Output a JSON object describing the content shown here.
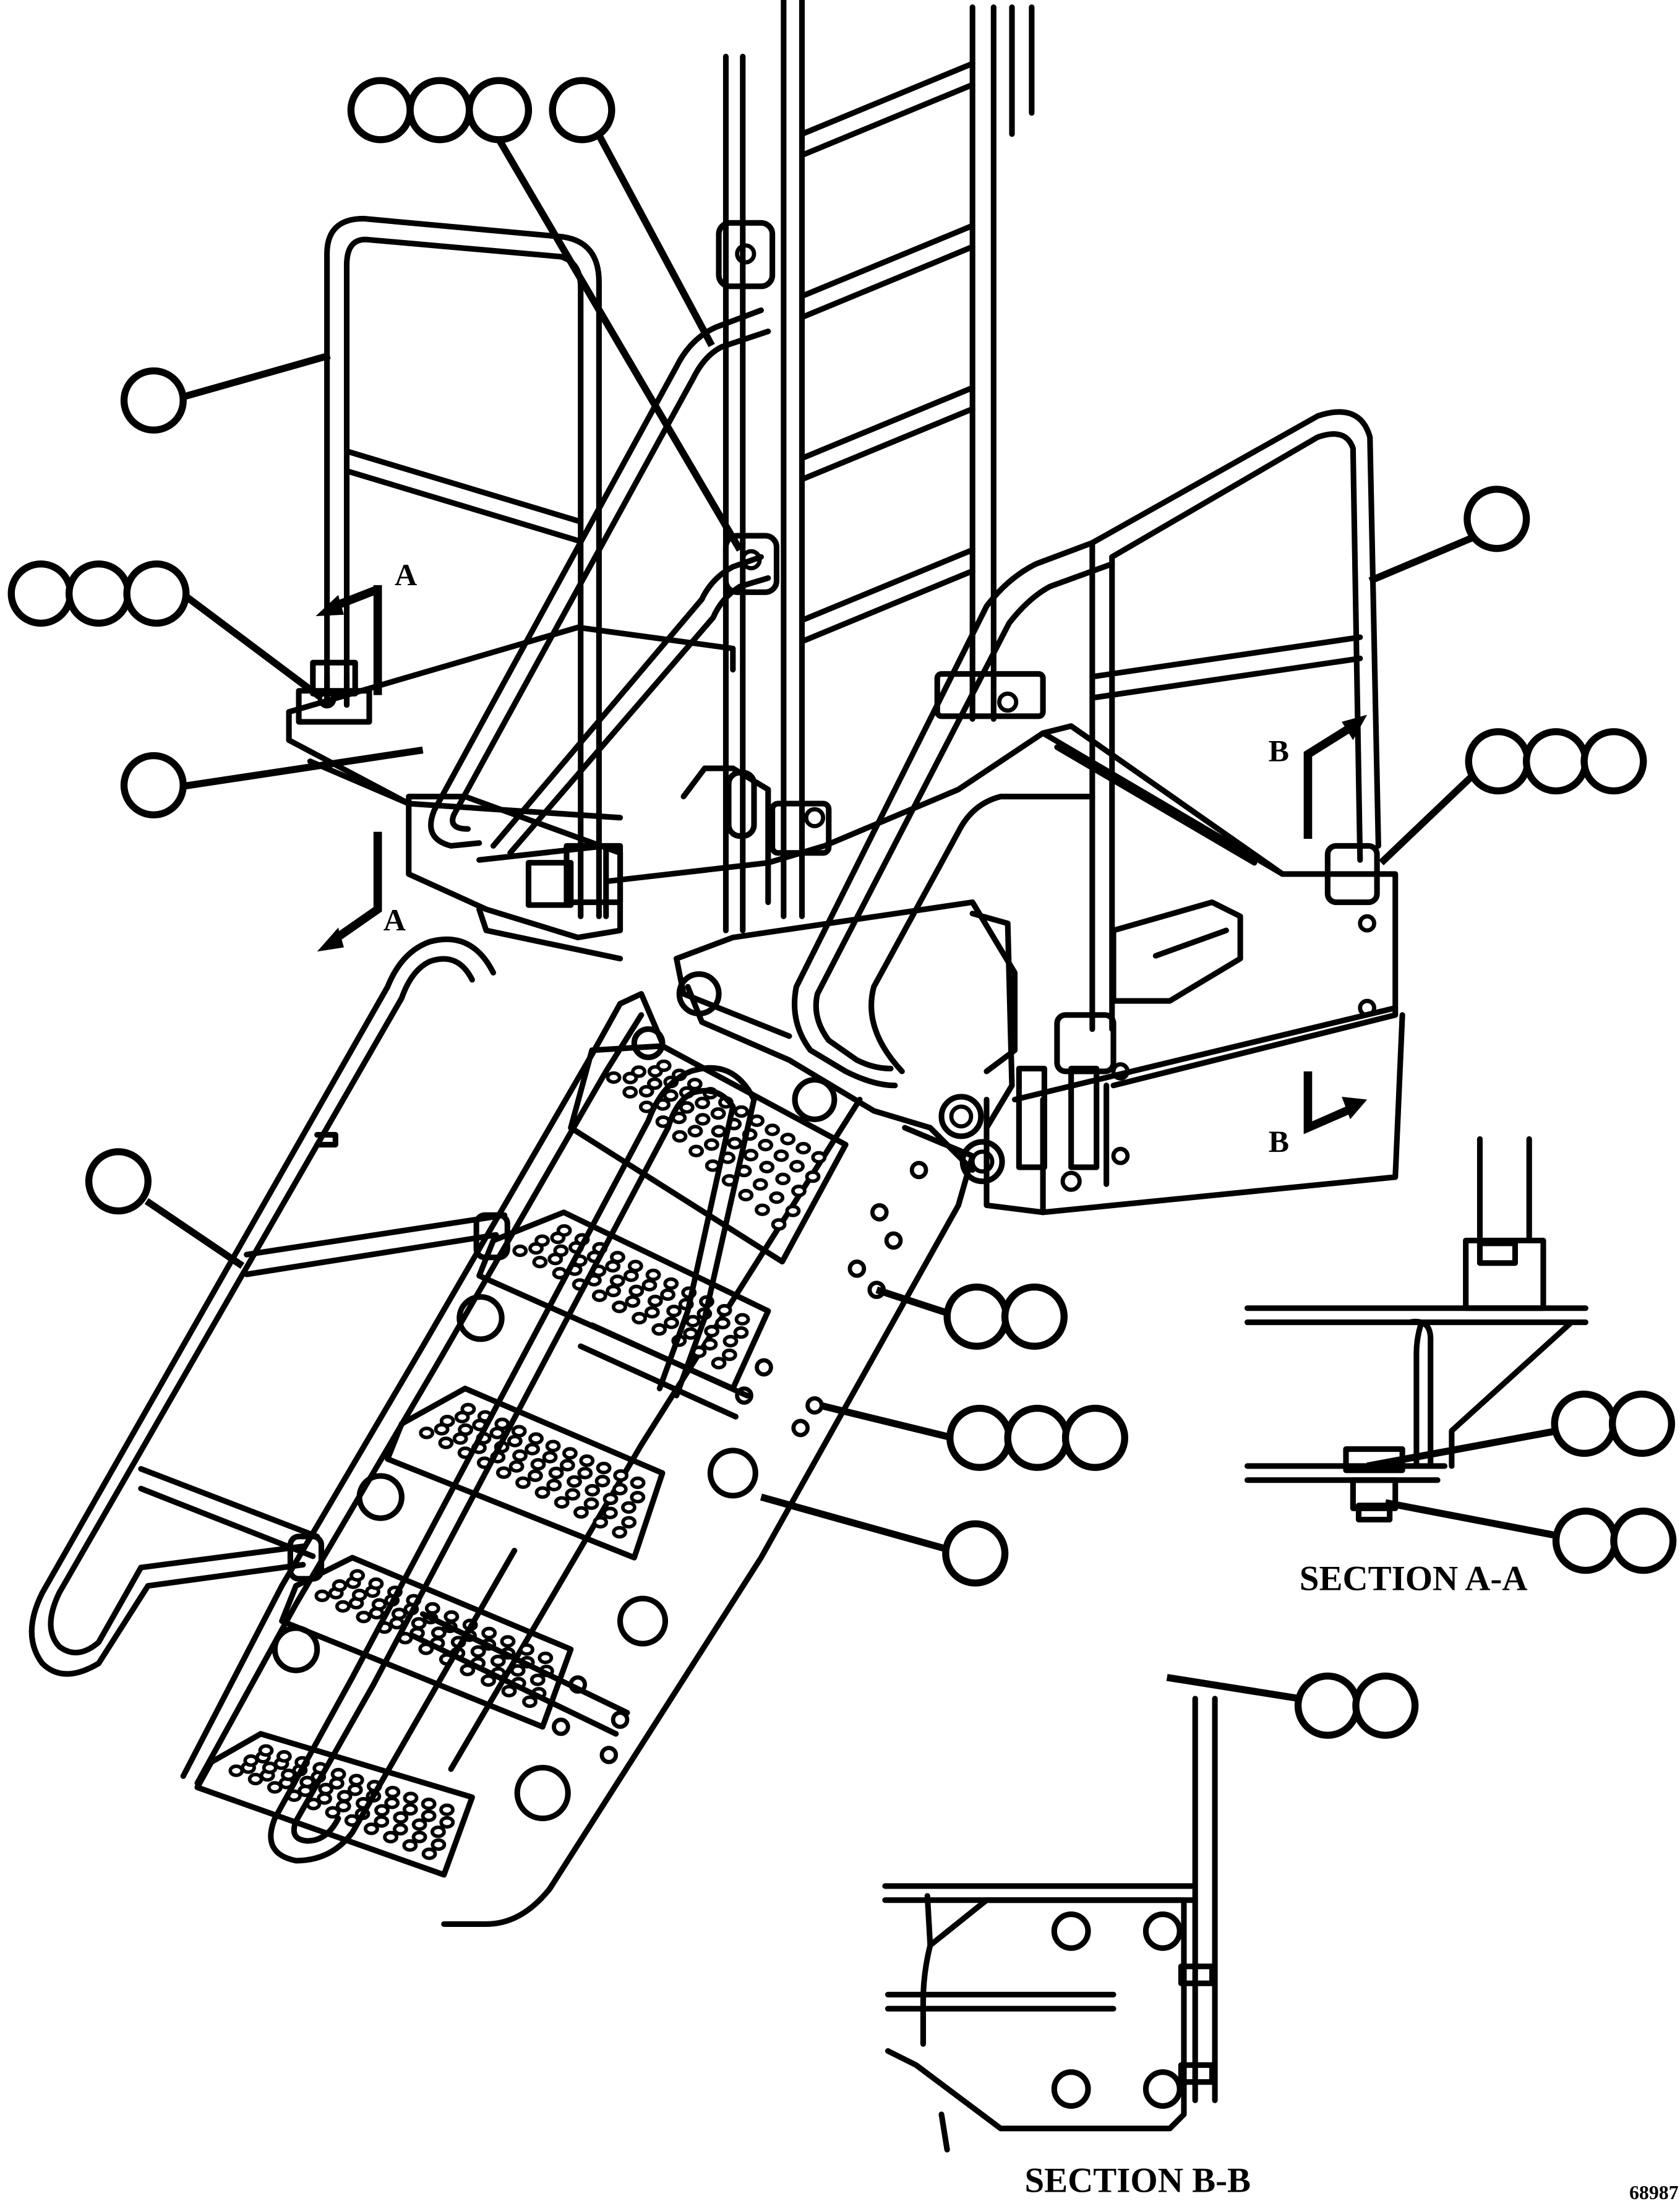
{
  "section_labels": {
    "a_a": "SECTION A-A",
    "b_b": "SECTION B-B"
  },
  "cut_markers": {
    "a_top": "A",
    "a_bottom": "A",
    "b_top": "B",
    "b_bottom": "B"
  },
  "figure_number": "68987",
  "callouts": {
    "note": "All callout balloons in the illustration are blank (no item numbers printed)."
  }
}
